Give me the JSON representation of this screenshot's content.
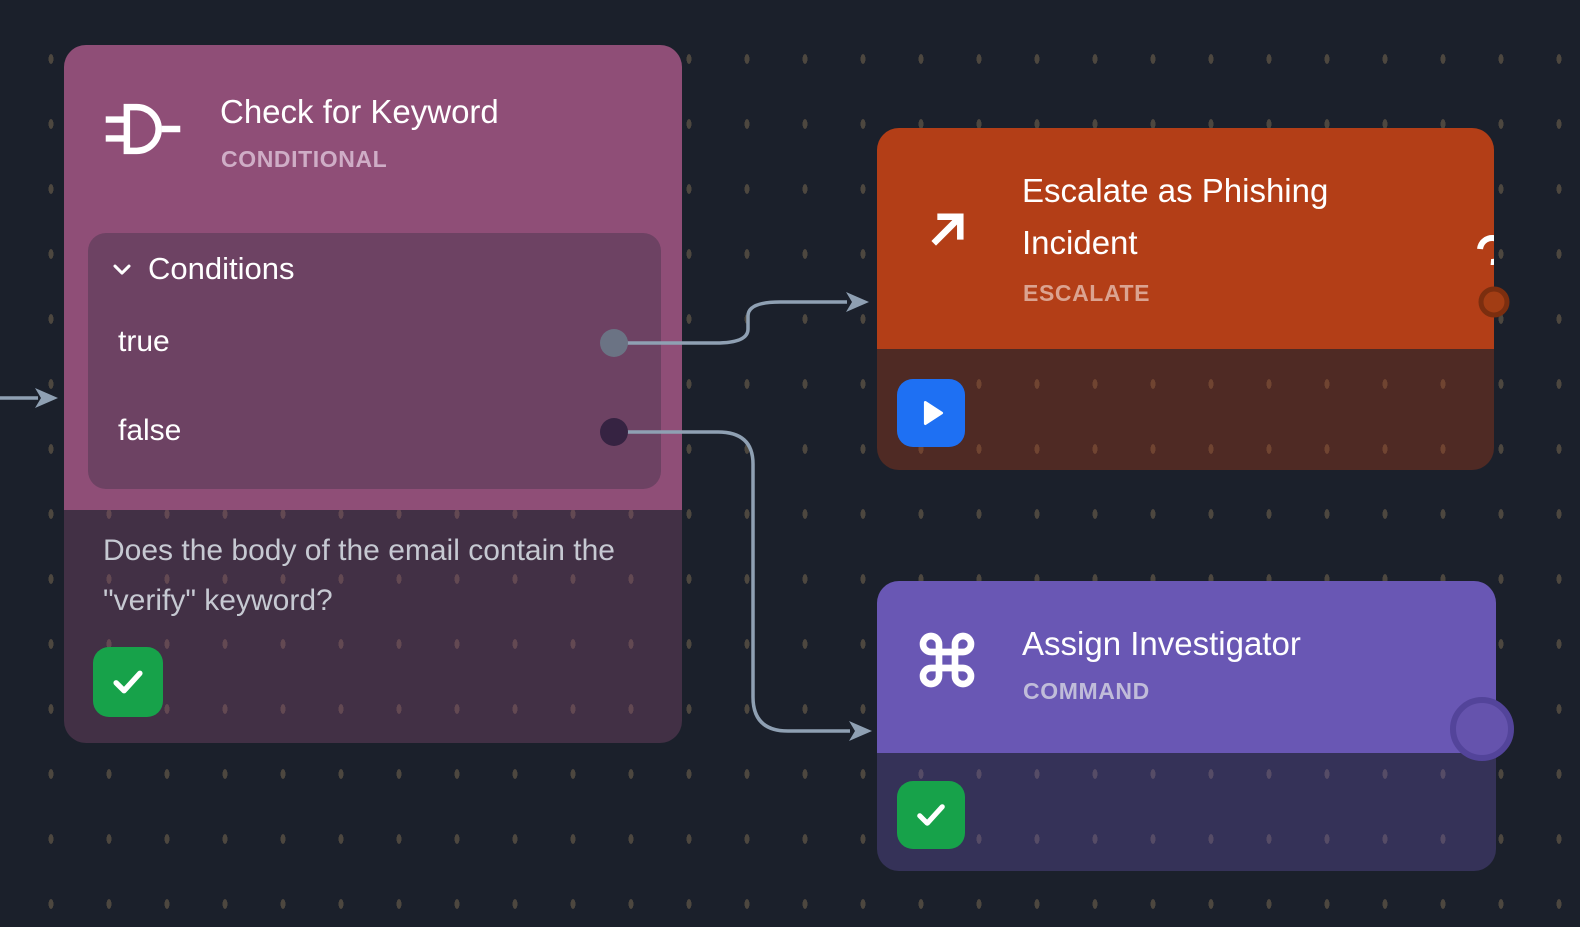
{
  "canvas": {
    "type": "workflow-node-editor",
    "background_color": "#1b202b",
    "grid": "dotted",
    "edge_color": "#8fa0b3"
  },
  "nodes": {
    "conditional": {
      "title": "Check for Keyword",
      "type_label": "CONDITIONAL",
      "icon": "logic-gate-icon",
      "header_color": "#8f4e77",
      "panel": {
        "header": "Conditions",
        "collapse_icon": "chevron-down-icon",
        "outputs": [
          {
            "label": "true",
            "port_color": "#6b7384"
          },
          {
            "label": "false",
            "port_color": "#362342"
          }
        ]
      },
      "description": "Does the body of the email contain the \"verify\" keyword?",
      "status_icon": "check-icon",
      "status_color": "#17a24a"
    },
    "escalate": {
      "title": "Escalate as Phishing Incident",
      "type_label": "ESCALATE",
      "icon": "arrow-up-right-icon",
      "header_color": "#b33e17",
      "edge_glyph": "partial-ring-icon",
      "port_color": "#a23d14",
      "status_icon": "play-icon",
      "status_color": "#1e70f3"
    },
    "command": {
      "title": "Assign Investigator",
      "type_label": "COMMAND",
      "icon": "command-icon",
      "header_color": "#6957b4",
      "port_color": "#6553ad",
      "status_icon": "check-icon",
      "status_color": "#17a24a"
    }
  },
  "edges": [
    {
      "from": "offscreen-left",
      "to": "Check for Keyword"
    },
    {
      "from": "Check for Keyword",
      "from_output": "true",
      "to": "Escalate as Phishing Incident"
    },
    {
      "from": "Check for Keyword",
      "from_output": "false",
      "to": "Assign Investigator"
    }
  ]
}
